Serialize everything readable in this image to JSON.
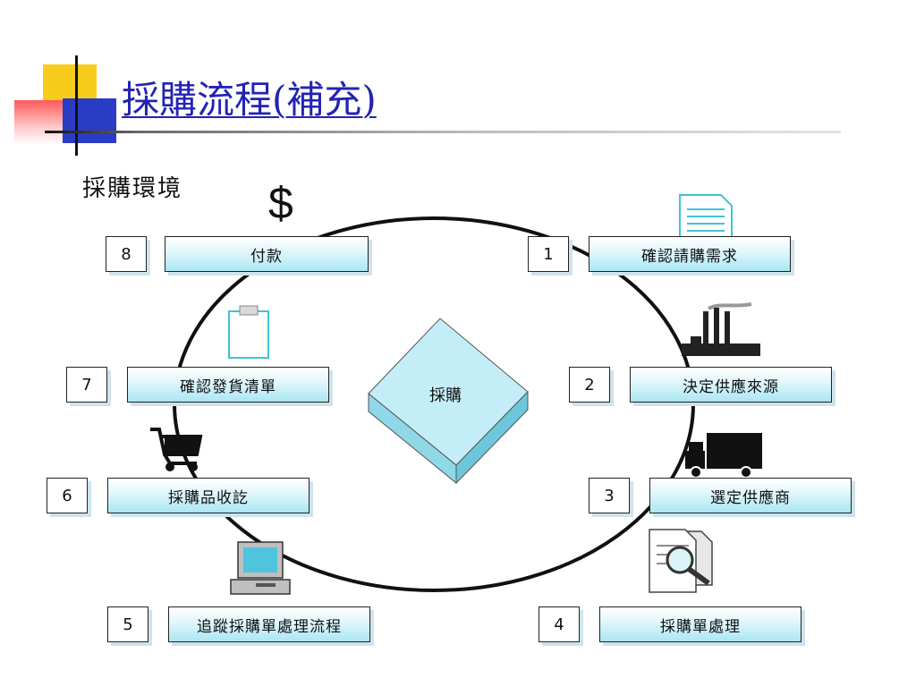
{
  "title": "採購流程(補充)",
  "subtitle": "採購環境",
  "center_label": "採購",
  "steps": [
    {
      "num": "1",
      "label": "確認請購需求"
    },
    {
      "num": "2",
      "label": "決定供應來源"
    },
    {
      "num": "3",
      "label": "選定供應商"
    },
    {
      "num": "4",
      "label": "採購單處理"
    },
    {
      "num": "5",
      "label": "追蹤採購單處理流程"
    },
    {
      "num": "6",
      "label": "採購品收訖"
    },
    {
      "num": "7",
      "label": "確認發貨清單"
    },
    {
      "num": "8",
      "label": "付款"
    }
  ],
  "icons": {
    "step1": "document-icon",
    "step2": "factory-icon",
    "step3": "truck-icon",
    "step4": "magnifier-document-icon",
    "step5": "computer-icon",
    "step6": "shopping-cart-icon",
    "step7": "clipboard-icon",
    "step8": "dollar-icon"
  },
  "dollar_symbol": "$",
  "colors": {
    "title": "#2323b4",
    "box_fill": "#a9e6f2",
    "accent_yellow": "#f8cc1c",
    "accent_blue": "#2a3cc4",
    "accent_red": "#ff5a5a"
  }
}
